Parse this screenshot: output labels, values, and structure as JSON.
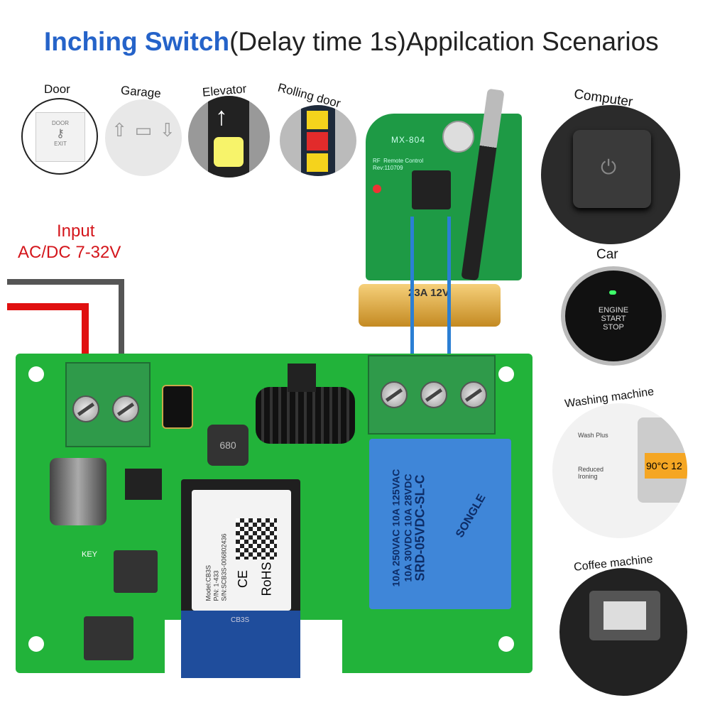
{
  "title": {
    "highlight": "Inching Switch",
    "rest": "(Delay time 1s)Appilcation Scenarios",
    "highlight_color": "#2563c9"
  },
  "scenarios": [
    {
      "label": "Door",
      "door_text_top": "DOOR",
      "door_text_bottom": "EXIT"
    },
    {
      "label": "Garage"
    },
    {
      "label": "Elevator"
    },
    {
      "label": "Rolling door"
    },
    {
      "label": "Computer"
    },
    {
      "label": "Car",
      "button_lines": [
        "ENGINE",
        "START",
        "STOP"
      ]
    },
    {
      "label": "Washing machine",
      "panel": [
        "Wash Plus",
        "Reduced Ironing"
      ],
      "display": "90°C 12"
    },
    {
      "label": "Coffee machine"
    }
  ],
  "input": {
    "line1": "Input",
    "line2": "AC/DC 7-32V",
    "color": "#d4161c"
  },
  "remote": {
    "model": "MX-804",
    "text1": "RF  Remote Control",
    "text2": "Rev:110709",
    "battery": "23A 12V"
  },
  "relay": {
    "lines": [
      "10A 250VAC  10A 125VAC",
      "10A 30VDC  10A 28VDC",
      "SRD-05VDC-SL-C"
    ],
    "brand": "SONGLE"
  },
  "module": {
    "lines": [
      "Model:CB3S",
      "P/N: 1-433",
      "S/N:SCB3S-006802436"
    ],
    "ce": "CE",
    "rohs": "RoHS",
    "antenna_label": "CB3S"
  },
  "board": {
    "key_label": "KEY",
    "inductor": "680"
  }
}
